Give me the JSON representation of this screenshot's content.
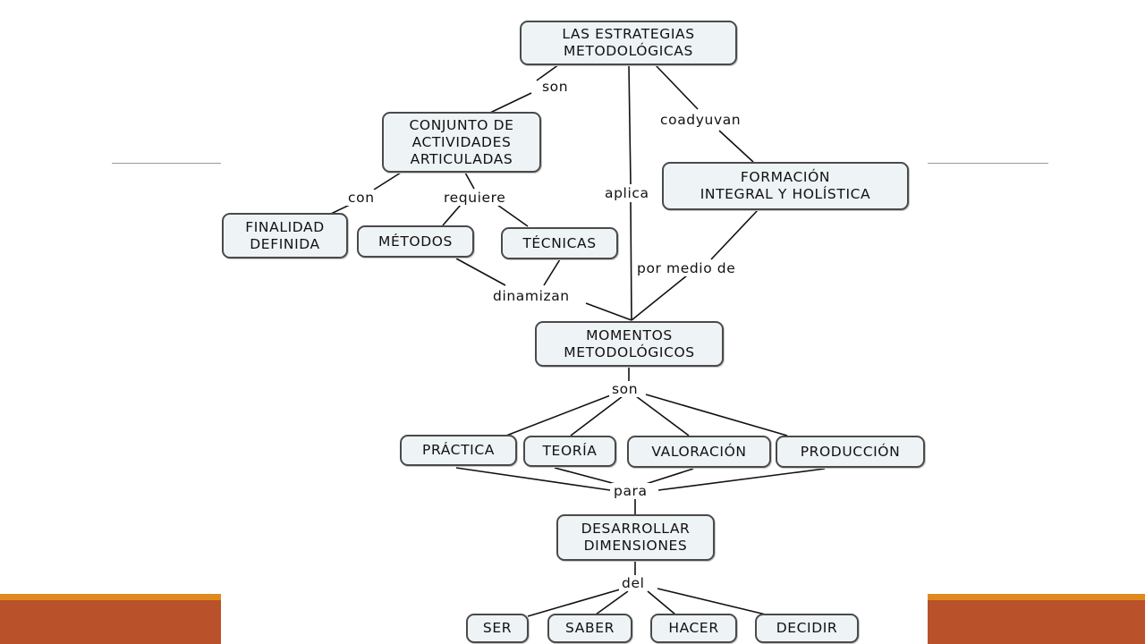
{
  "diagram": {
    "nodes": {
      "estrategias": "LAS ESTRATEGIAS\nMETODOLÓGICAS",
      "conjunto": "CONJUNTO DE\nACTIVIDADES\nARTICULADAS",
      "formacion": "FORMACIÓN\nINTEGRAL Y HOLÍSTICA",
      "finalidad": "FINALIDAD\nDEFINIDA",
      "metodos": "MÉTODOS",
      "tecnicas": "TÉCNICAS",
      "momentos": "MOMENTOS\nMETODOLÓGICOS",
      "practica": "PRÁCTICA",
      "teoria": "TEORÍA",
      "valoracion": "VALORACIÓN",
      "produccion": "PRODUCCIÓN",
      "desarrollar": "DESARROLLAR\nDIMENSIONES",
      "ser": "SER",
      "saber": "SABER",
      "hacer": "HACER",
      "decidir": "DECIDIR"
    },
    "links": {
      "son_top": "son",
      "coadyuvan": "coadyuvan",
      "aplica": "aplica",
      "con": "con",
      "requiere": "requiere",
      "por_medio_de": "por medio de",
      "dinamizan": "dinamizan",
      "son_mid": "son",
      "para": "para",
      "del": "del"
    }
  }
}
